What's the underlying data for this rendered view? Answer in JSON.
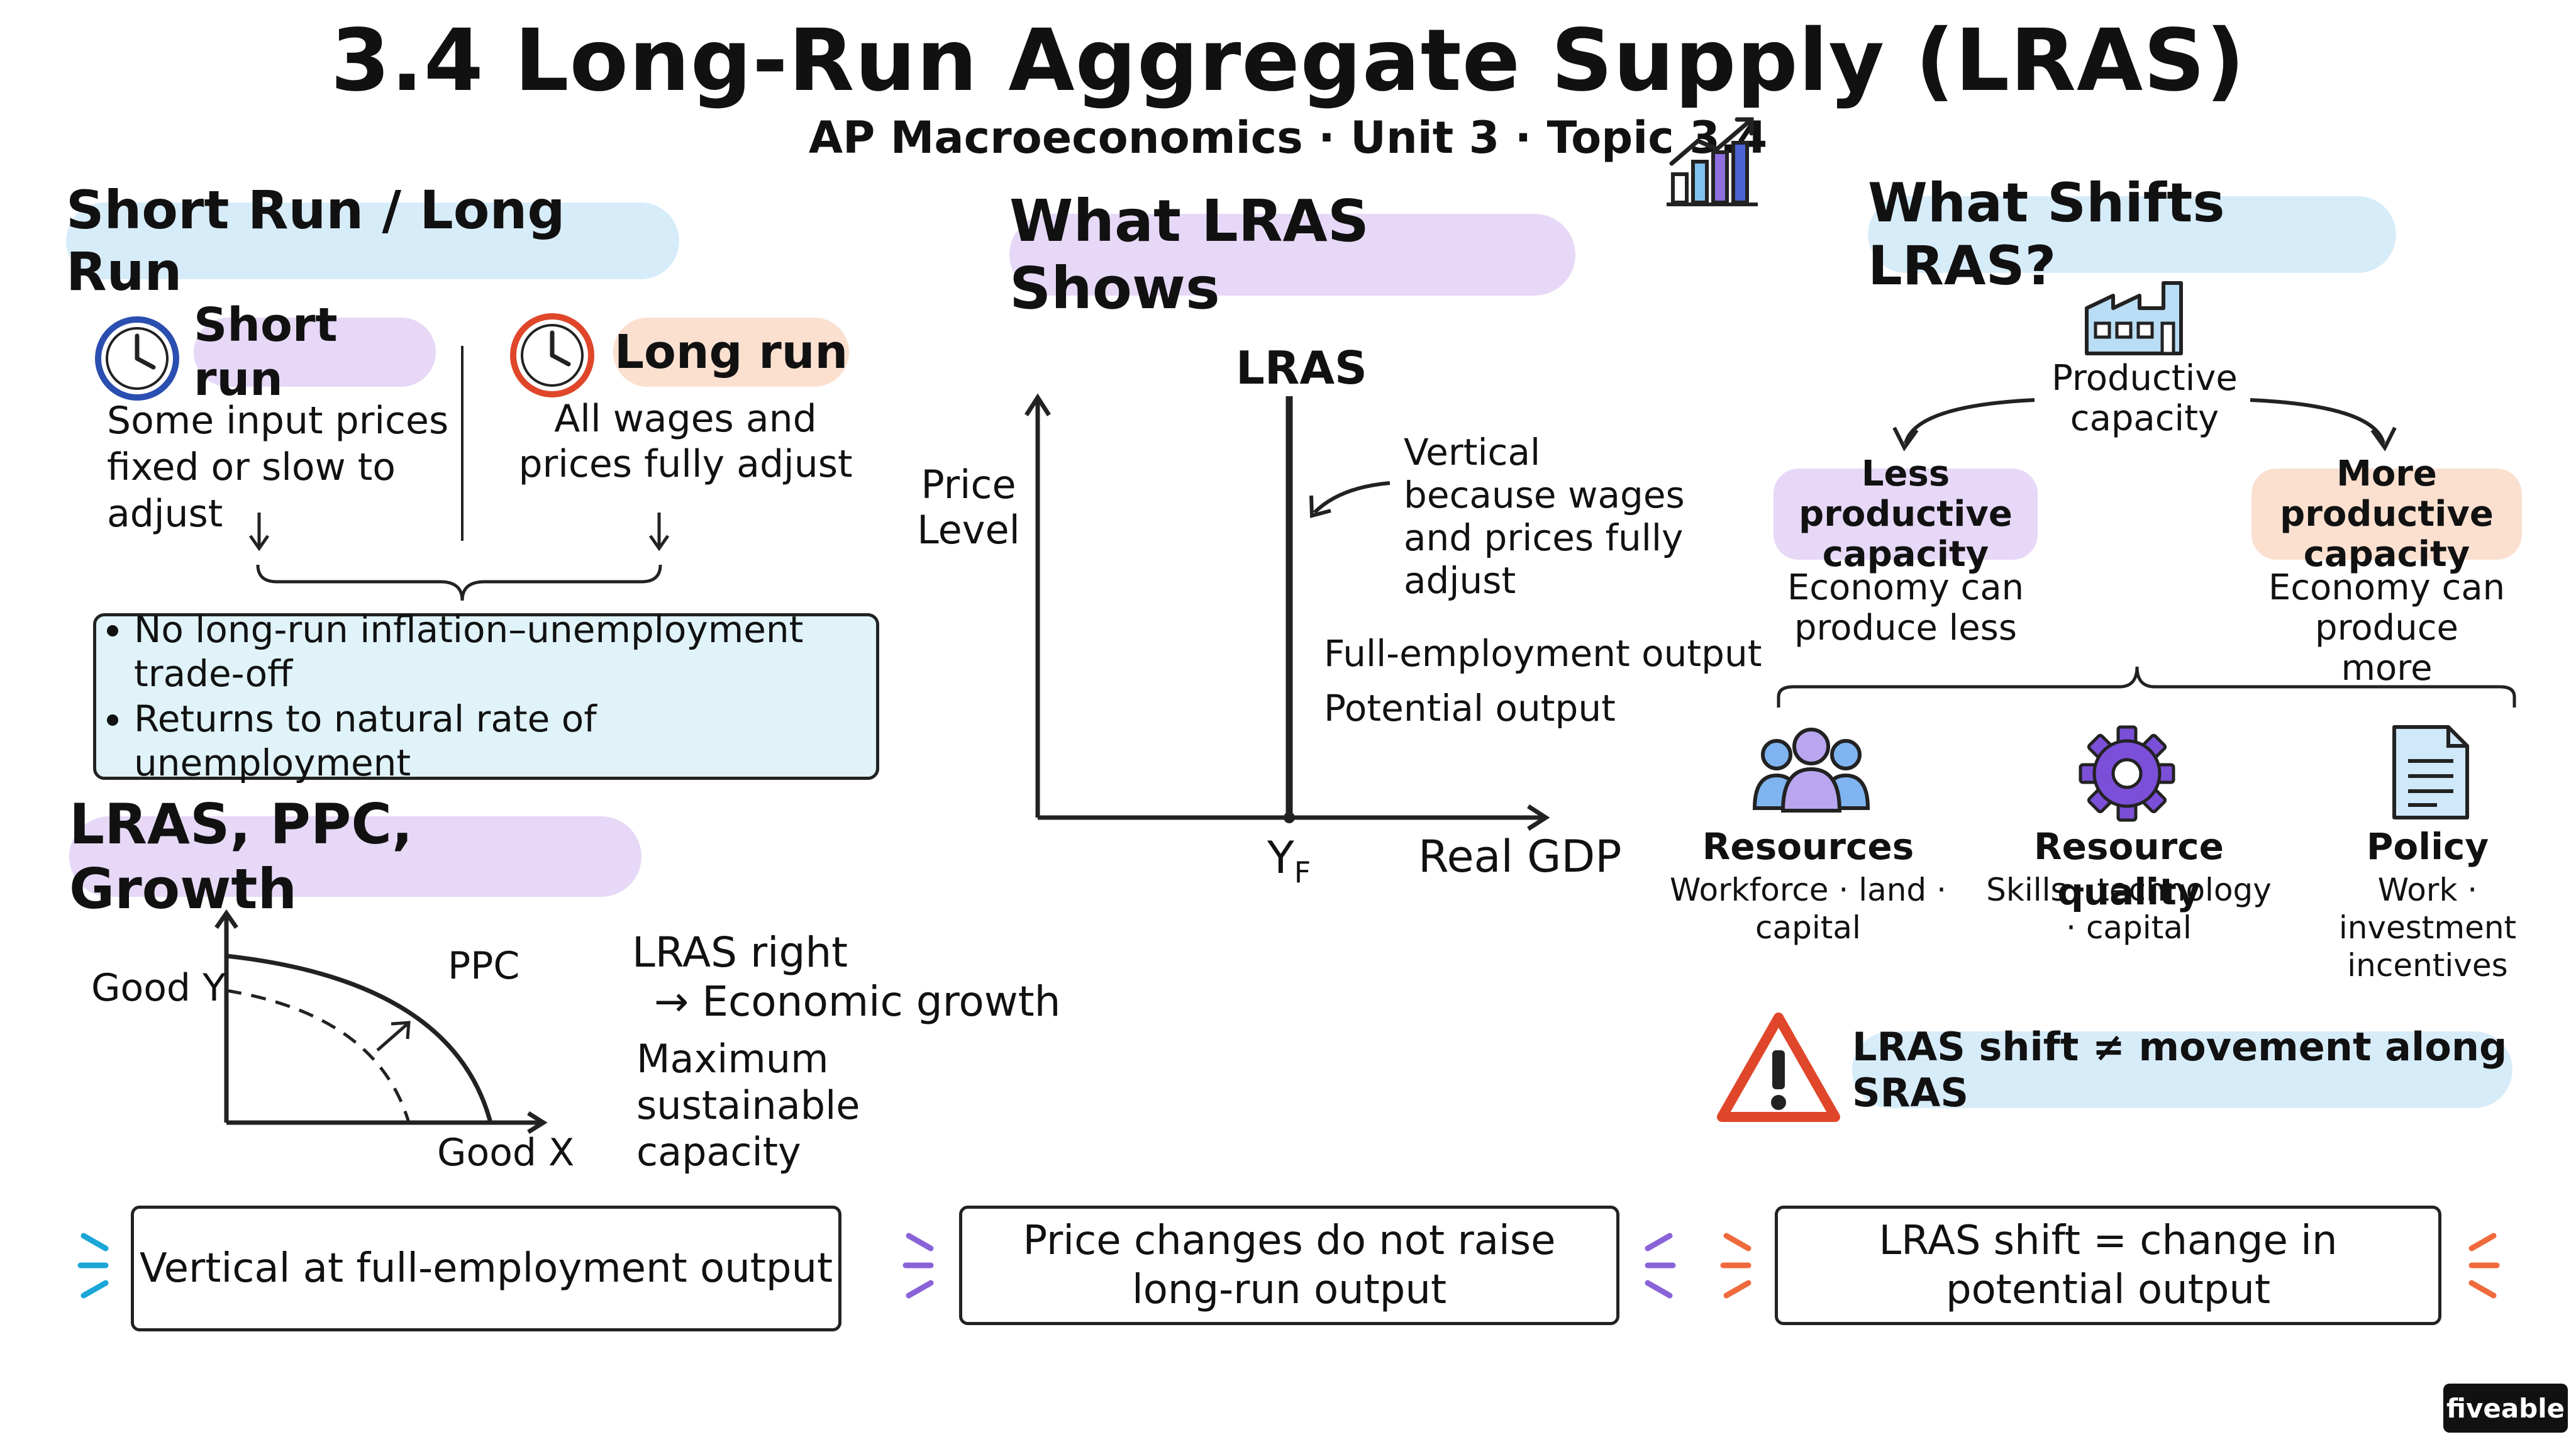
{
  "header": {
    "title": "3.4 Long-Run Aggregate Supply (LRAS)",
    "subtitle": "AP Macroeconomics · Unit 3 · Topic 3.4",
    "icon": "bar-chart-growth-icon"
  },
  "short_long": {
    "heading": "Short Run / Long Run",
    "short_label": "Short run",
    "short_text": "Some input prices fixed or slow to adjust",
    "long_label": "Long run",
    "long_text": "All wages and prices fully adjust",
    "bullets": [
      "No long-run inflation–unemployment trade-off",
      "Returns to natural rate of unemployment"
    ],
    "short_color": "#2a4fb0",
    "long_color": "#e0472a"
  },
  "growth": {
    "heading": "LRAS, PPC, Growth",
    "y_axis": "Good Y",
    "x_axis": "Good X",
    "curve_label": "PPC",
    "note_line1": "LRAS right",
    "note_line2": "→ Economic growth",
    "note_line3": "Maximum sustainable capacity"
  },
  "lras_shows": {
    "heading": "What LRAS Shows",
    "curve_label": "LRAS",
    "y_axis": "Price Level",
    "x_axis": "Real GDP",
    "yf_main": "Y",
    "yf_sub": "F",
    "annotation": "Vertical because wages and prices fully adjust",
    "note1": "Full-employment output",
    "note2": "Potential output"
  },
  "shifts": {
    "heading": "What Shifts LRAS?",
    "center_label": "Productive capacity",
    "left_label": "Less productive capacity",
    "left_text": "Economy can produce less",
    "right_label": "More productive capacity",
    "right_text": "Economy can produce more",
    "factors": [
      {
        "title": "Resources",
        "text": "Workforce · land · capital",
        "icon": "people-icon"
      },
      {
        "title": "Resource quality",
        "text": "Skills · technology · capital",
        "icon": "gear-icon"
      },
      {
        "title": "Policy",
        "text": "Work · investment incentives",
        "icon": "document-icon"
      }
    ],
    "warning": "LRAS shift ≠ movement along SRAS",
    "accent_purple": "#7b4fd8"
  },
  "footer": {
    "box1": "Vertical at full-employment output",
    "box2": "Price changes do not raise long-run output",
    "box3": "LRAS shift = change in potential output",
    "brand": "fiveable",
    "colors": [
      "#1aa6d6",
      "#8a63d8",
      "#ef6a3c"
    ]
  }
}
